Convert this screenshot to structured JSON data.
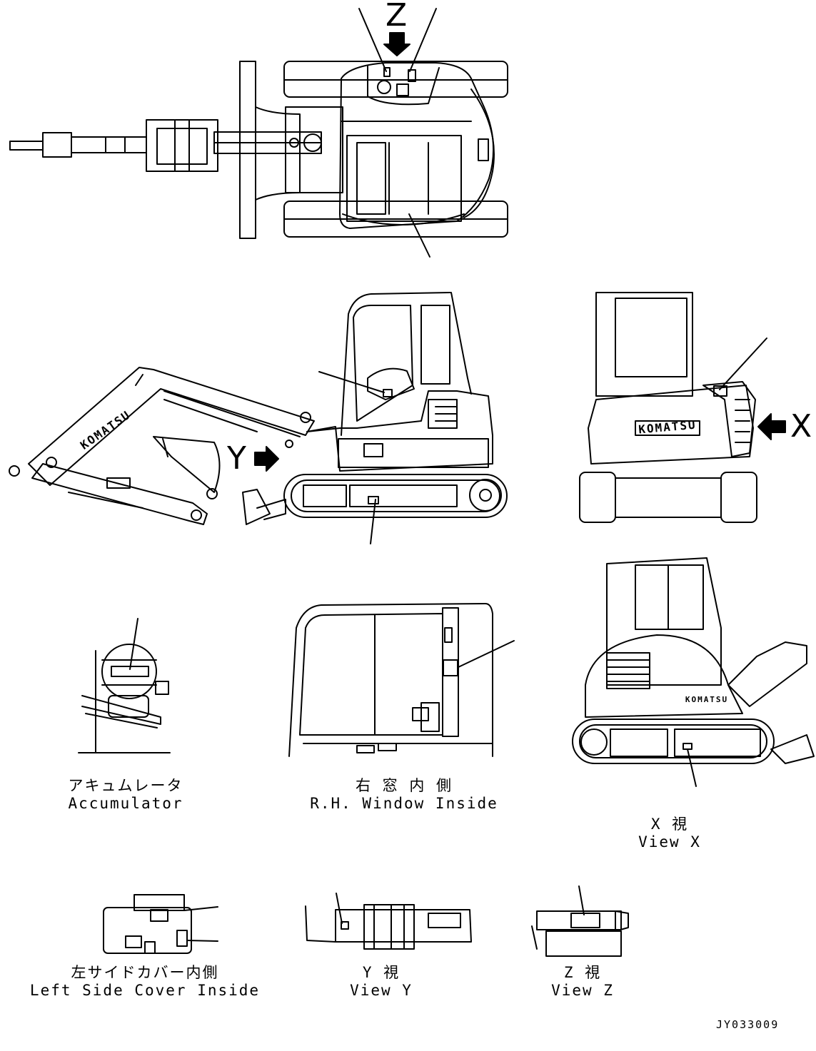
{
  "markers": {
    "z": "Z",
    "y": "Y",
    "x": "X"
  },
  "brand": "KOMATSU",
  "captions": {
    "accumulator_jp": "アキュムレータ",
    "accumulator_en": "Accumulator",
    "rh_window_jp": "右 窓 内 側",
    "rh_window_en": "R.H. Window Inside",
    "view_x_jp": "X 視",
    "view_x_en": "View X",
    "left_cover_jp": "左サイドカバー内側",
    "left_cover_en": "Left Side Cover Inside",
    "view_y_jp": "Y 視",
    "view_y_en": "View Y",
    "view_z_jp": "Z 視",
    "view_z_en": "View Z"
  },
  "drawing_number": "JY033009"
}
